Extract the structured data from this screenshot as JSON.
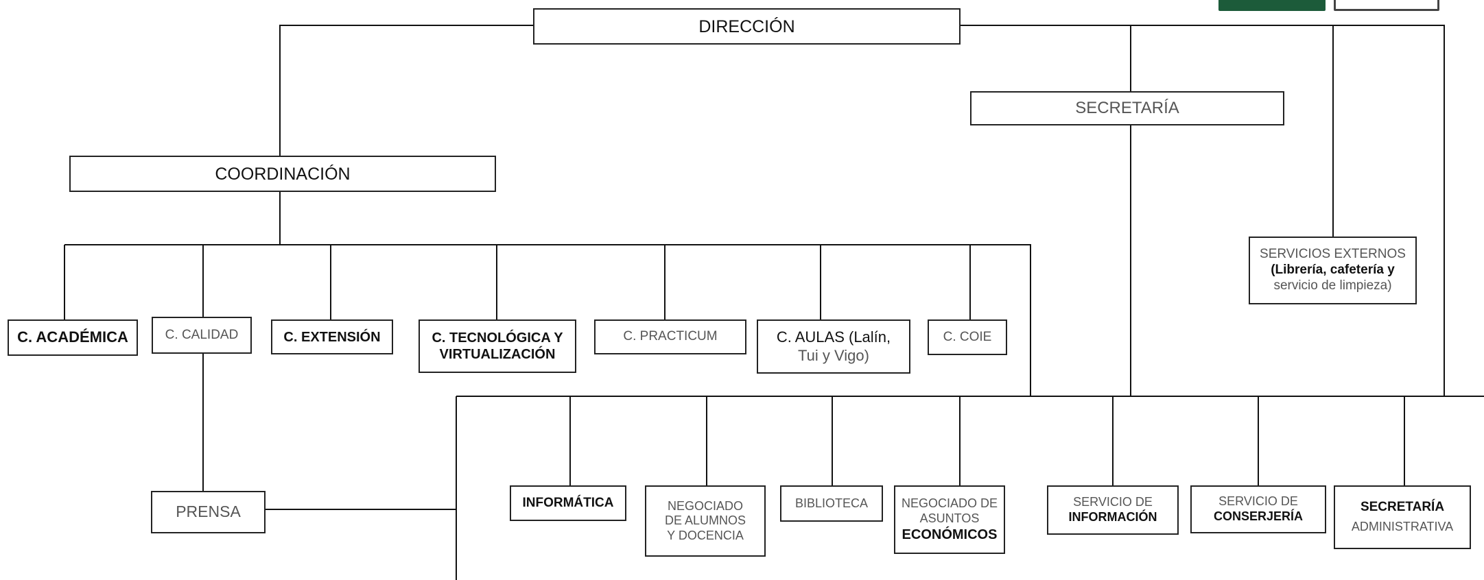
{
  "chart": {
    "direccion": "DIRECCIÓN",
    "secretaria": "SECRETARÍA",
    "coordinacion": "COORDINACIÓN",
    "servicios_externos": {
      "line1": "SERVICIOS EXTERNOS",
      "line2": "(Librería, cafetería y",
      "line3": "servicio de limpieza)"
    },
    "coordinaciones": {
      "academica": "C. ACADÉMICA",
      "calidad": "C. CALIDAD",
      "extension": "C. EXTENSIÓN",
      "tecnologica": {
        "line1": "C. TECNOLÓGICA Y",
        "line2": "VIRTUALIZACIÓN"
      },
      "practicum": "C. PRACTICUM",
      "aulas": {
        "line1": "C. AULAS (Lalín,",
        "line2": "Tui y Vigo)"
      },
      "coie": "C. COIE"
    },
    "prensa": "PRENSA",
    "servicios": {
      "informatica": "INFORMÁTICA",
      "negociado_alumnos": {
        "line1": "NEGOCIADO",
        "line2": "DE ALUMNOS",
        "line3": "Y DOCENCIA"
      },
      "biblioteca": "BIBLIOTECA",
      "negociado_asuntos": {
        "line1": "NEGOCIADO DE",
        "line2": "ASUNTOS",
        "line3": "ECONÓMICOS"
      },
      "informacion": {
        "line1": "SERVICIO DE",
        "line2": "INFORMACIÓN"
      },
      "conserjeria": {
        "line1": "SERVICIO DE",
        "line2": "CONSERJERÍA"
      },
      "secretaria_admin": {
        "line1": "SECRETARÍA",
        "line2": "ADMINISTRATIVA"
      }
    }
  }
}
